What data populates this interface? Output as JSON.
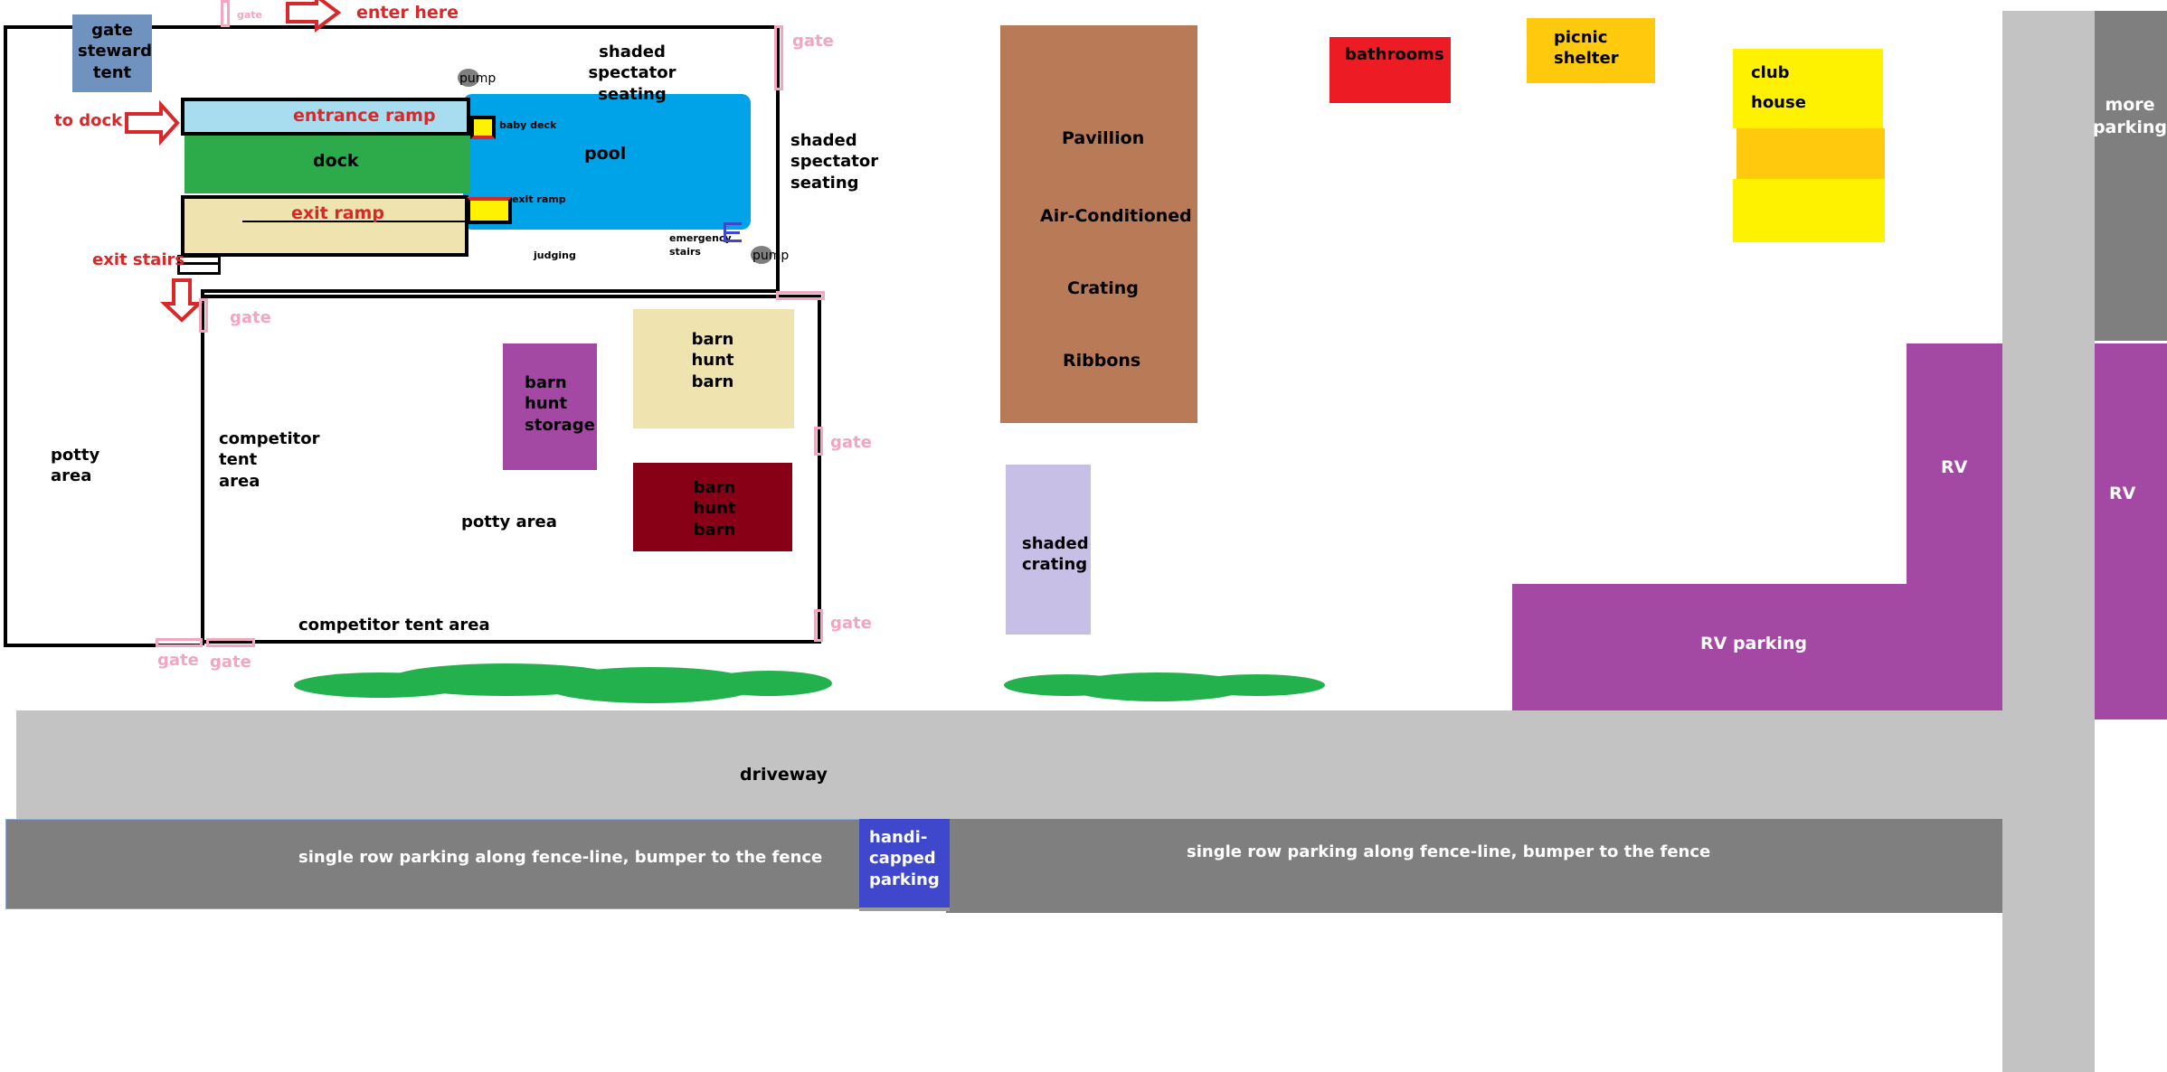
{
  "colors": {
    "fence": "#000000",
    "gate": "#f2a6bf",
    "arrow": "#d8282a",
    "entrance_ramp": "#a8dcef",
    "dock": "#2daa4a",
    "exit_ramp": "#efe3b0",
    "pool": "#00a2e8",
    "pavilion": "#b97a57",
    "bathrooms": "#ed1c24",
    "picnic": "#ffc90e",
    "clubhouse": "#fff200",
    "gate_tent": "#7092be",
    "barn_storage": "#a349a4",
    "barn_tan": "#efe4b0",
    "barn_dark": "#880015",
    "shaded_crating": "#c8bfe7",
    "rv": "#a349a4",
    "road_light": "#c3c3c3",
    "road_dark": "#7f7f7f",
    "handicapped": "#3f48cc",
    "bushes": "#22b14c"
  },
  "labels": {
    "gate_steward_tent": "gate\nsteward\ntent",
    "gate_small": "gate",
    "enter_here": "enter here",
    "to_dock": "to dock",
    "entrance_ramp": "entrance ramp",
    "dock": "dock",
    "exit_ramp": "exit ramp",
    "exit_stairs": "exit stairs",
    "baby_deck": "baby deck",
    "exit_ramp_small": "exit ramp",
    "pump": "pump",
    "pool": "pool",
    "shaded_spectator_top": "shaded spectator\nseating",
    "shaded_spectator_side": "shaded\nspectator\nseating",
    "judging": "judging",
    "emergency_stairs": "emergency\nstairs",
    "gate": "gate",
    "potty_area_left": "potty\narea",
    "competitor_tent_area_left": "competitor\ntent\narea",
    "barn_hunt_storage": "barn\nhunt\nstorage",
    "barn_hunt_barn_1": "barn hunt\nbarn",
    "barn_hunt_barn_2": "barn hunt\nbarn",
    "potty_area": "potty area",
    "competitor_tent_area_bottom": "competitor tent area",
    "pavilion_1": "Pavillion",
    "pavilion_2": "Air-Conditioned",
    "pavilion_3": "Crating",
    "pavilion_4": "Ribbons",
    "shaded_crating": "shaded\ncrating",
    "bathrooms": "bathrooms",
    "picnic_shelter": "picnic\nshelter",
    "club_house_1": "club",
    "club_house_2": "house",
    "more_parking": "more\nparking",
    "rv_1": "RV",
    "rv_2": "RV",
    "rv_parking": "RV parking",
    "driveway": "driveway",
    "single_row_left": "single row parking along fence-line, bumper to the fence",
    "single_row_right": "single row parking along fence-line, bumper to the fence",
    "handicapped": "handi-\ncapped\nparking"
  }
}
